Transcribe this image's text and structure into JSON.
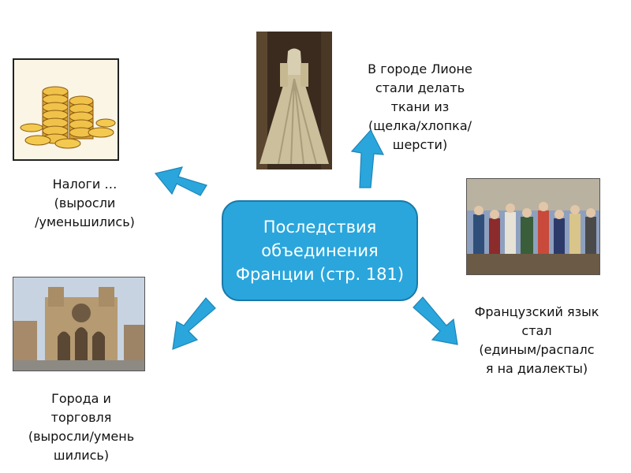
{
  "center": {
    "text": "Последствия объединения Франции (стр. 181)"
  },
  "labels": {
    "taxes": "Налоги …\n(выросли\n/уменьшились)",
    "lyon": "В городе Лионе\nстали делать\nткани из\n(щелка/хлопка/\nшерсти)",
    "french": "Французский язык\nстал\n(единым/распалс\nя на диалекты)",
    "cities": "Города и\nторговля\n(выросли/умень\nшились)"
  },
  "images": {
    "coins": "coins-icon",
    "dress": "dress-photo",
    "assembly": "assembly-painting",
    "cathedral": "cathedral-photo"
  },
  "colors": {
    "center_fill": "#2aa6dc",
    "arrow_fill": "#2aa6dc"
  }
}
